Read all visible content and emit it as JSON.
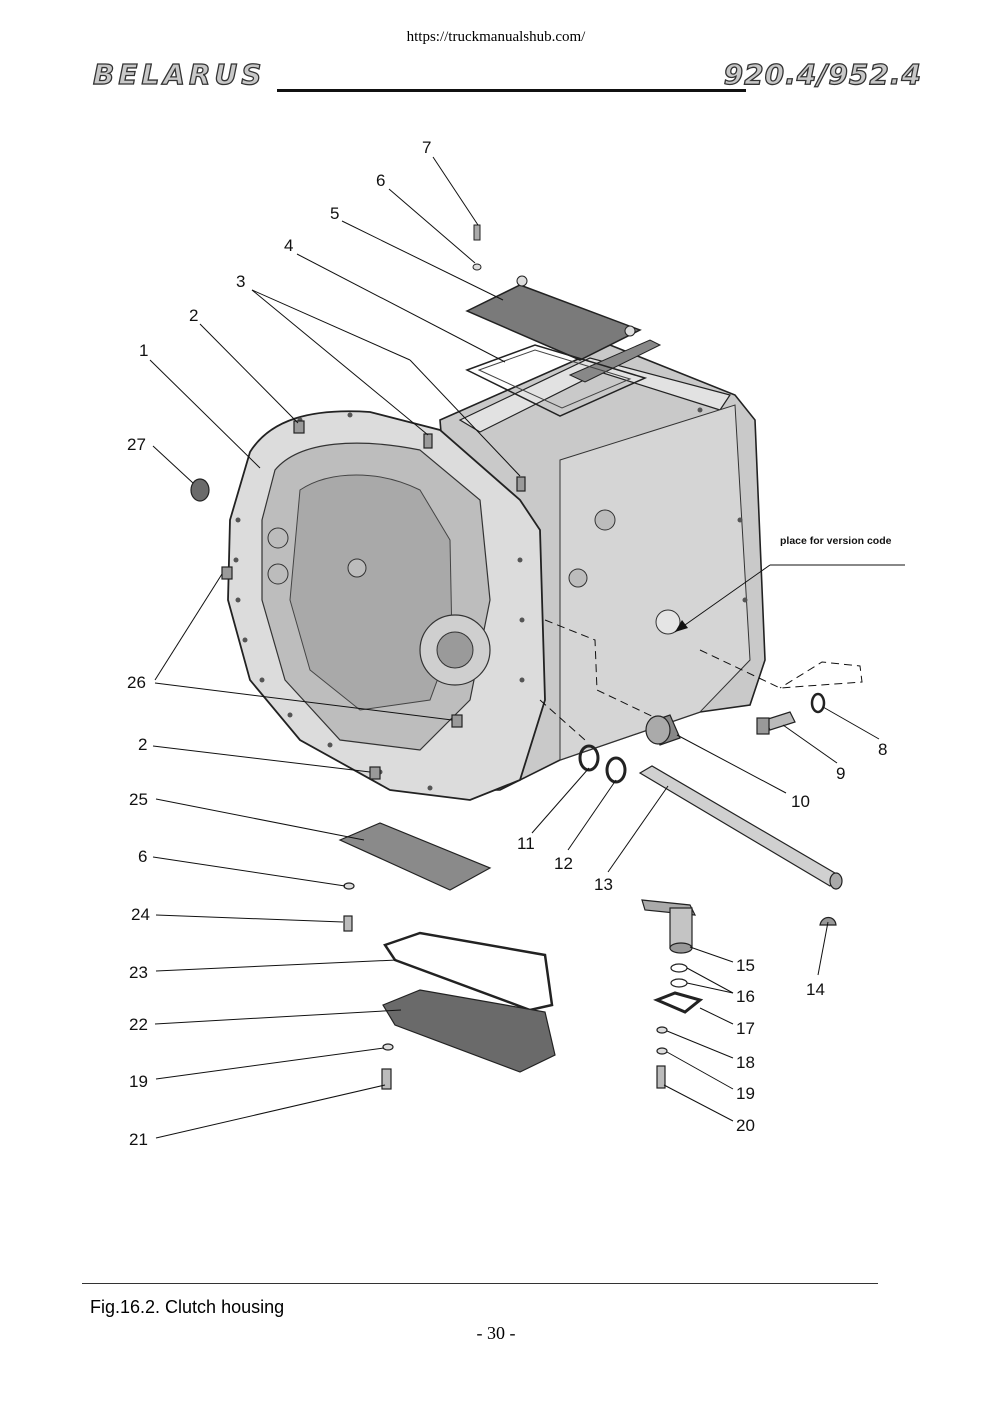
{
  "header": {
    "url": "https://truckmanualshub.com/",
    "brand": "BELARUS",
    "model": "920.4/952.4"
  },
  "diagram": {
    "callouts": {
      "c1": "1",
      "c2a": "2",
      "c2b": "2",
      "c3": "3",
      "c4": "4",
      "c5": "5",
      "c6a": "6",
      "c6b": "6",
      "c7": "7",
      "c8": "8",
      "c9": "9",
      "c10": "10",
      "c11": "11",
      "c12": "12",
      "c13": "13",
      "c14": "14",
      "c15": "15",
      "c16": "16",
      "c17": "17",
      "c18": "18",
      "c19a": "19",
      "c19b": "19",
      "c20": "20",
      "c21": "21",
      "c22": "22",
      "c23": "23",
      "c24": "24",
      "c25": "25",
      "c26": "26",
      "c27": "27"
    },
    "version_note": "place for version code"
  },
  "footer": {
    "caption": "Fig.16.2. Clutch housing",
    "page_number": "- 30 -"
  }
}
